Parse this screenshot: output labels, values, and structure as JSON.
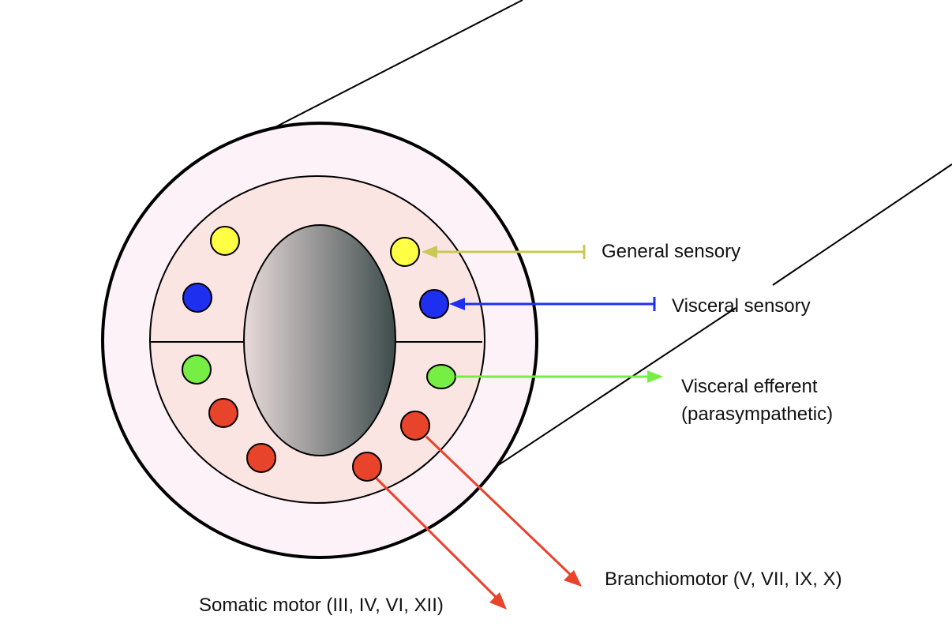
{
  "labels": {
    "general_sensory": "General sensory",
    "visceral_sensory": "Visceral sensory",
    "visceral_efferent_line1": "Visceral efferent",
    "visceral_efferent_line2": "(parasympathetic)",
    "branchiomotor": "Branchiomotor (V, VII, IX, X)",
    "somatic_motor": "Somatic motor (III, IV, VI, XII)"
  },
  "colors": {
    "general_sensory": "#ffff44",
    "general_sensory_arrow": "#c8c855",
    "visceral_sensory": "#1f2ff0",
    "visceral_efferent": "#77ee44",
    "motor": "#e8432b",
    "outer_ring": "#fdf2f8",
    "inner_region": "#fbe5e3",
    "canal_light": "#e8dada",
    "canal_dark": "#3e4c4c"
  },
  "nuclei": [
    {
      "type": "general-sensory",
      "side": "left"
    },
    {
      "type": "visceral-sensory",
      "side": "left"
    },
    {
      "type": "visceral-efferent",
      "side": "left"
    },
    {
      "type": "motor",
      "side": "left"
    },
    {
      "type": "motor",
      "side": "left"
    },
    {
      "type": "general-sensory",
      "side": "right"
    },
    {
      "type": "visceral-sensory",
      "side": "right"
    },
    {
      "type": "visceral-efferent",
      "side": "right"
    },
    {
      "type": "motor",
      "side": "right"
    },
    {
      "type": "motor",
      "side": "right"
    }
  ]
}
